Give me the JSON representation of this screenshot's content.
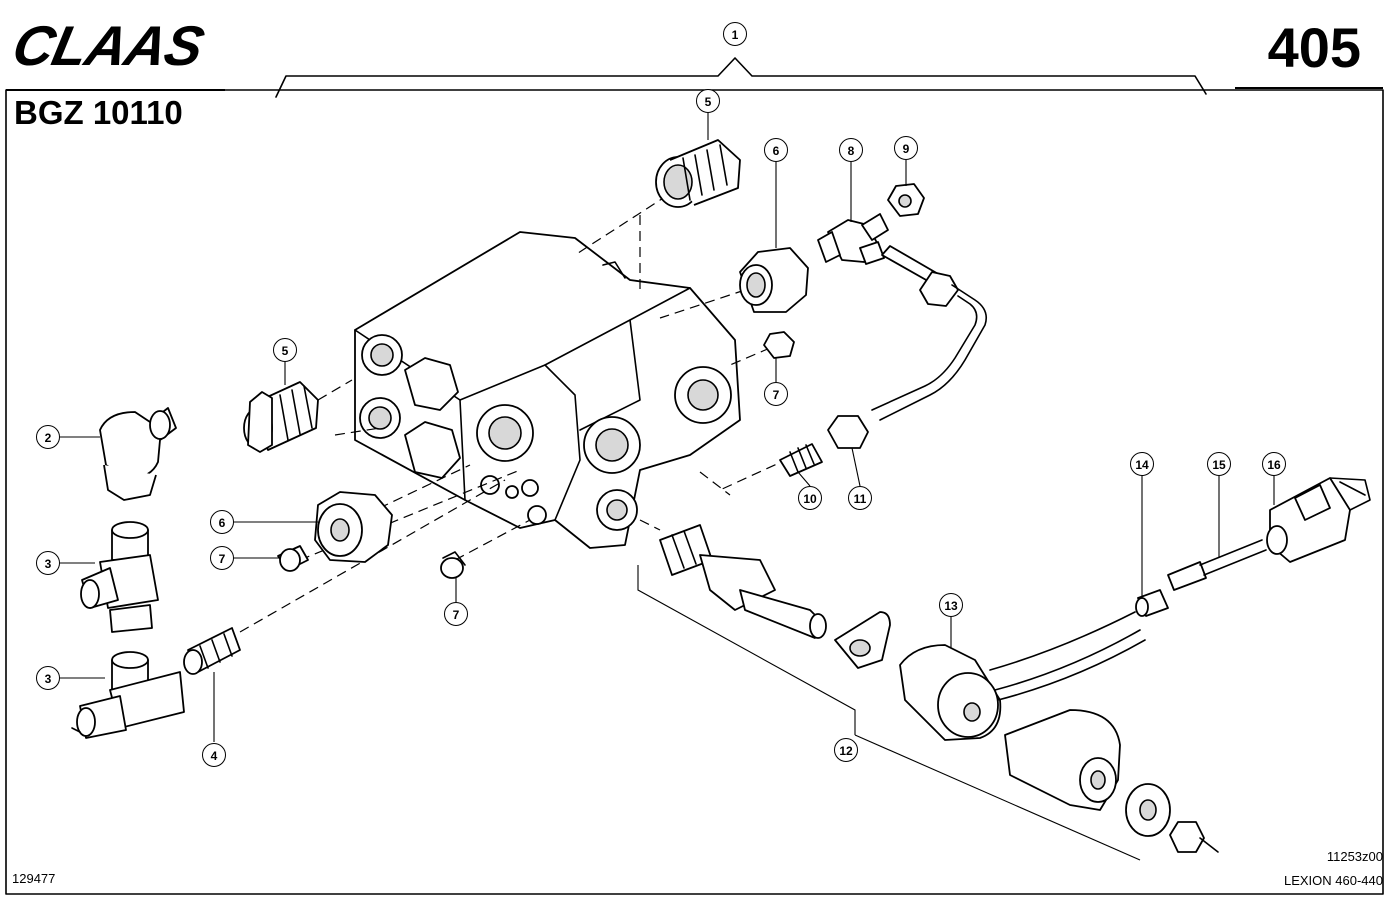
{
  "header": {
    "brand": "CLAAS",
    "group_code": "BGZ 10110",
    "page_number": "405"
  },
  "footer": {
    "doc_number": "129477",
    "drawing_ref": "11253z00",
    "model": "LEXION 460-440"
  },
  "callouts": [
    "1",
    "2",
    "3",
    "3",
    "4",
    "5",
    "5",
    "6",
    "6",
    "7",
    "7",
    "7",
    "8",
    "9",
    "10",
    "11",
    "12",
    "13",
    "14",
    "15",
    "16"
  ]
}
